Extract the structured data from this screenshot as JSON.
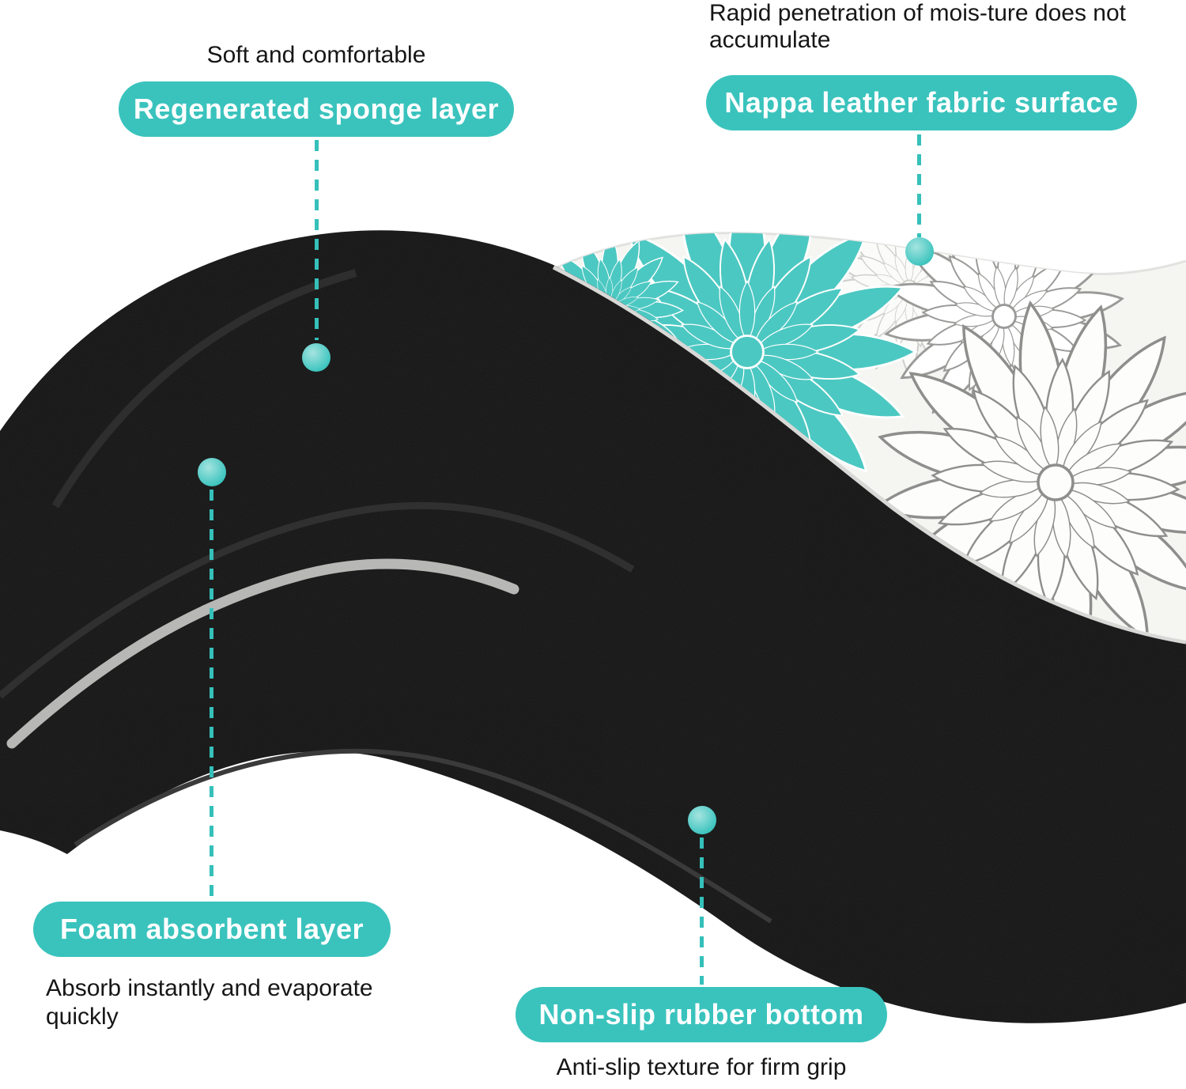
{
  "colors": {
    "accent_teal": "#3ac3bd",
    "dot_teal": "#3ac3bd",
    "mat_black": "#141414",
    "flower_teal": "#4cc8c2",
    "flower_gray_outline": "#8e8e8c",
    "surface_white": "#f5f5f2"
  },
  "icons": {
    "callout_marker": "teal-dot-marker",
    "surface_pattern": "dahlia-flower-motif"
  },
  "callouts": [
    {
      "id": "sponge-layer",
      "pill_label": "Regenerated sponge layer",
      "note": "Soft and comfortable"
    },
    {
      "id": "fabric-surface",
      "pill_label": "Nappa leather fabric surface",
      "note": "Rapid penetration of mois-ture does not accumulate"
    },
    {
      "id": "foam-layer",
      "pill_label": "Foam absorbent layer",
      "note": "Absorb instantly and evaporate quickly"
    },
    {
      "id": "rubber-bottom",
      "pill_label": "Non-slip rubber bottom",
      "note": "Anti-slip texture for firm grip"
    }
  ]
}
